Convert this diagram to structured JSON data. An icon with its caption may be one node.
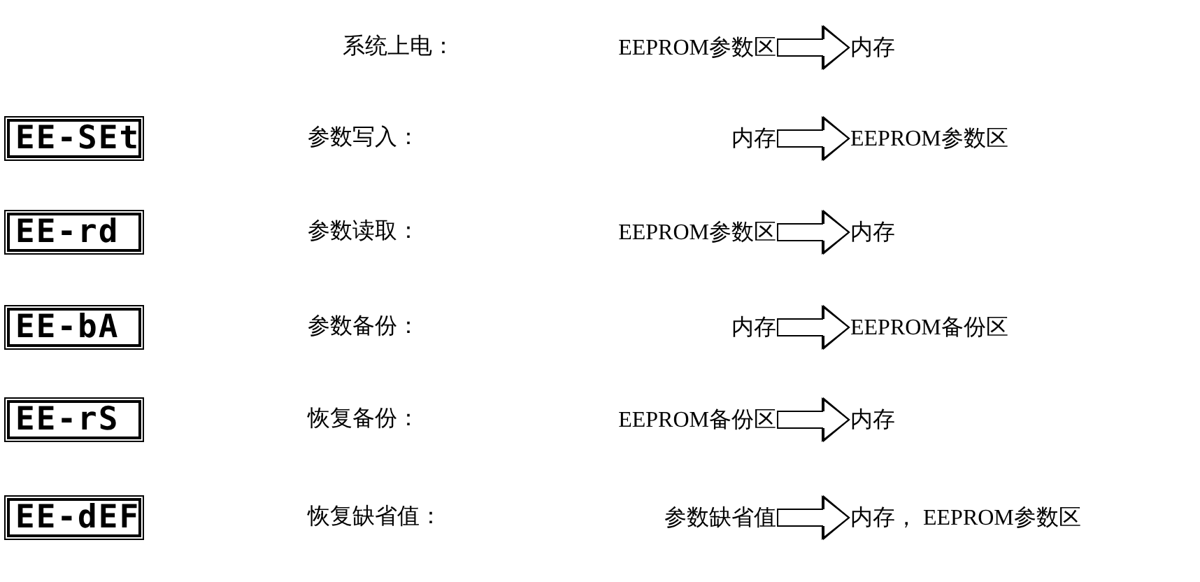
{
  "diagram": {
    "nodes": [
      {
        "text": [
          "EEPROM参数区"
        ]
      },
      {
        "text": [
          "内存"
        ]
      },
      {
        "text": [
          "EE-SEt"
        ]
      },
      {
        "text": [
          "内存"
        ]
      },
      {
        "text": [
          "EEPROM参数区"
        ]
      },
      {
        "text": [
          "EE-rd"
        ]
      },
      {
        "text": [
          "EEPROM参数区"
        ]
      },
      {
        "text": [
          "内存"
        ]
      },
      {
        "text": [
          "EE-bA"
        ]
      },
      {
        "text": [
          "内存"
        ]
      },
      {
        "text": [
          "EEPROM备份区"
        ]
      },
      {
        "text": [
          "EE-rS"
        ]
      },
      {
        "text": [
          "EEPROM备份区"
        ]
      },
      {
        "text": [
          "内存"
        ]
      },
      {
        "text": [
          "EE-dEF"
        ]
      },
      {
        "text": [
          "参数缺省值"
        ]
      },
      {
        "text": [
          "内存， EEPROM参数区"
        ]
      }
    ],
    "edges": [
      {
        "from": 0,
        "to": 1,
        "arrow": "to"
      },
      {
        "from": 3,
        "to": 4,
        "arrow": "to"
      },
      {
        "from": 6,
        "to": 7,
        "arrow": "to"
      },
      {
        "from": 9,
        "to": 10,
        "arrow": "to"
      },
      {
        "from": 12,
        "to": 13,
        "arrow": "to"
      },
      {
        "from": 15,
        "to": 16,
        "arrow": "to"
      }
    ],
    "labels": [
      "系统上电：",
      "参数写入：",
      "参数读取：",
      "参数备份：",
      "恢复备份：",
      "恢复缺省值："
    ]
  }
}
